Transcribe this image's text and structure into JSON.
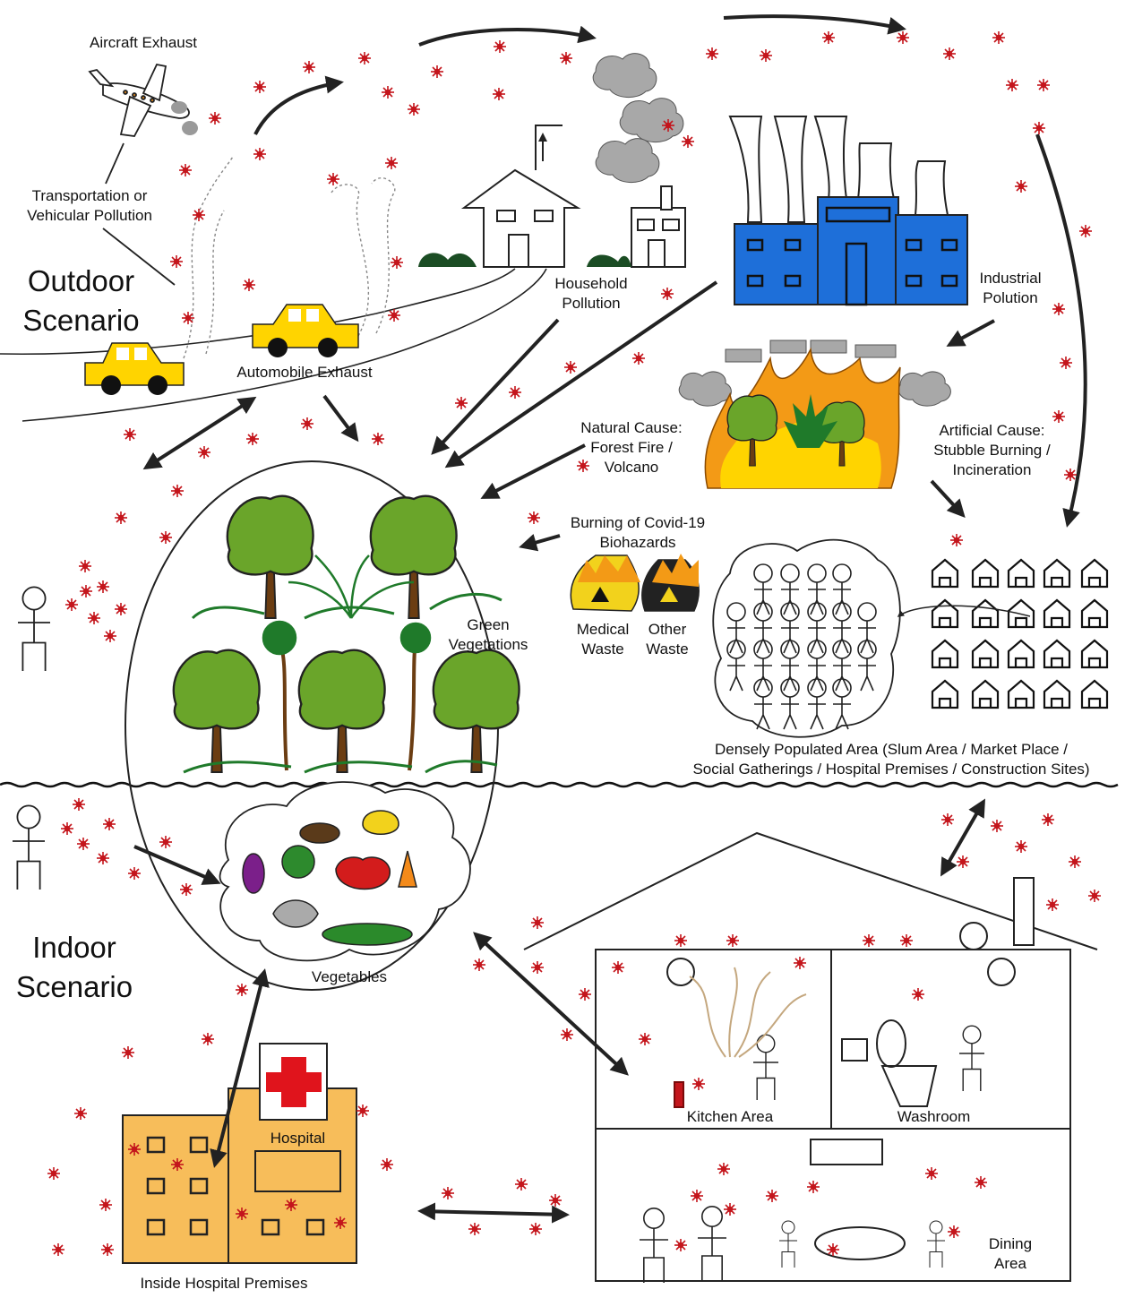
{
  "scenarios": {
    "outdoor": [
      "Outdoor",
      "Scenario"
    ],
    "indoor": [
      "Indoor",
      "Scenario"
    ]
  },
  "labels": {
    "aircraft_exhaust": "Aircraft Exhaust",
    "transportation": [
      "Transportation or",
      "Vehicular Pollution"
    ],
    "automobile_exhaust": "Automobile Exhaust",
    "household": [
      "Household",
      "Pollution"
    ],
    "industrial": [
      "Industrial",
      "Polution"
    ],
    "natural_cause": [
      "Natural Cause:",
      "Forest Fire /",
      "Volcano"
    ],
    "artificial_cause": [
      "Artificial Cause:",
      "Stubble Burning /",
      "Incineration"
    ],
    "covid_biohazards": [
      "Burning of Covid-19",
      "Biohazards"
    ],
    "medical_waste": [
      "Medical",
      "Waste"
    ],
    "other_waste": [
      "Other",
      "Waste"
    ],
    "green_vegetations": [
      "Green",
      "Vegetations"
    ],
    "densely_populated": [
      "Densely Populated Area (Slum Area / Market Place /",
      "Social Gatherings / Hospital Premises / Construction Sites)"
    ],
    "vegetables": "Vegetables",
    "hospital": "Hospital",
    "inside_hospital": "Inside Hospital Premises",
    "kitchen": "Kitchen Area",
    "washroom": "Washroom",
    "dining": [
      "Dining",
      "Area"
    ]
  },
  "colors": {
    "industry_blue": "#1e6fd9",
    "car_yellow": "#ffd400",
    "hospital_orange": "#f7bd5a",
    "red_cross": "#e0141c",
    "particle_red": "#c4161c",
    "smoke_gray": "#a8a8a8",
    "foliage_green": "#6aa52a",
    "trunk_brown": "#6b3d12",
    "fire_orange": "#f39a16"
  }
}
